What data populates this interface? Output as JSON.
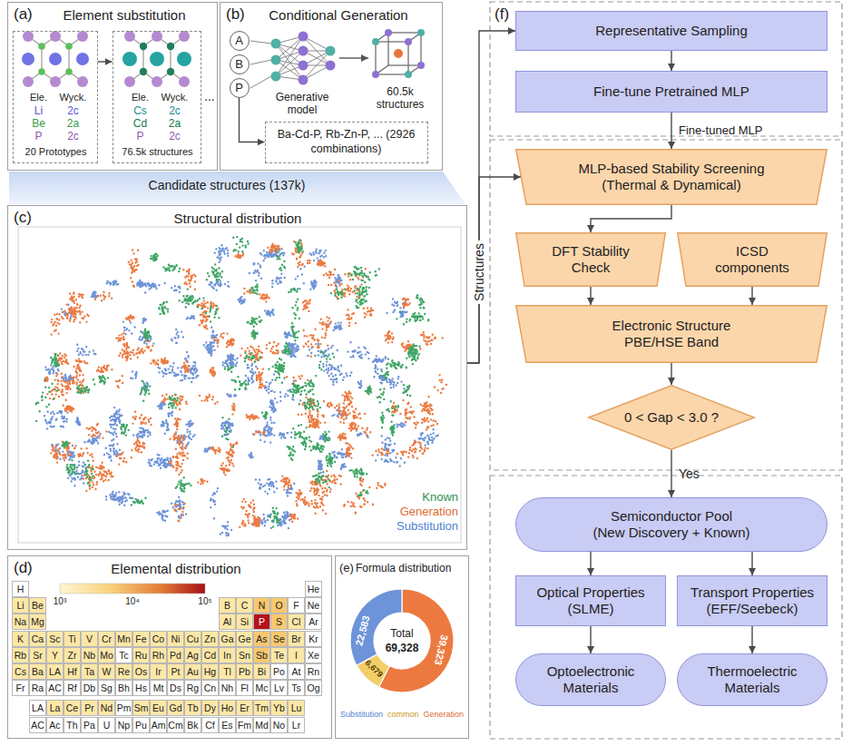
{
  "diagram": {
    "nodes": [
      {
        "text": [
          "(a)",
          "Element substitution"
        ]
      },
      {
        "text": [
          "Ele.",
          "Wyck.",
          "Li",
          "2c",
          "Be",
          "2a",
          "P",
          "2c",
          "20 Prototypes"
        ],
        "in": 0
      },
      {
        "text": [
          "Ele.",
          "Wyck.",
          "Cs",
          "2c",
          "Cd",
          "2a",
          "P",
          "2c",
          "76.5k structures"
        ],
        "in": 0
      },
      {
        "text": [
          "(b)",
          "Conditional Generation"
        ]
      },
      {
        "text": [
          "A"
        ],
        "in": 3
      },
      {
        "text": [
          "B"
        ],
        "in": 3
      },
      {
        "text": [
          "P"
        ],
        "in": 3
      },
      {
        "text": [
          "Ba-Cd-P, Rb-Zn-P, ... (2926 combinations)"
        ],
        "in": 3
      },
      {
        "text": [
          "(c)",
          "Structural distribution"
        ]
      },
      {
        "text": [
          "(d)",
          "Elemental distribution"
        ]
      },
      {
        "text": [
          "(e)",
          "Formula distribution"
        ]
      },
      {
        "text": [
          "Representative Sampling"
        ]
      },
      {
        "text": [
          "Fine-tune Pretrained MLP"
        ]
      },
      {
        "text": [
          "MLP-based Stability Screening",
          "(Thermal & Dynamical)"
        ]
      },
      {
        "text": [
          "DFT Stability Check"
        ]
      },
      {
        "text": [
          "ICSD components"
        ]
      },
      {
        "text": [
          "Electronic Structure",
          "PBE/HSE Band"
        ]
      },
      {
        "text": [
          "0 < Gap < 3.0 ?"
        ]
      },
      {
        "text": [
          "Semiconductor Pool",
          "(New Discovery + Known)"
        ]
      },
      {
        "text": [
          "Optical Properties",
          "(SLME)"
        ]
      },
      {
        "text": [
          "Transport Properties",
          "(EFF/Seebeck)"
        ]
      },
      {
        "text": [
          "Optoelectronic Materials"
        ]
      },
      {
        "text": [
          "Thermoelectric Materials"
        ]
      }
    ],
    "edges": [
      {
        "from": 1,
        "to": 2,
        "arrow": "to"
      },
      {
        "from": 6,
        "to": 7,
        "arrow": "to"
      },
      {
        "from": 8,
        "to": 11,
        "arrow": "to",
        "label": "Structures"
      },
      {
        "from": 8,
        "to": 13,
        "arrow": "to"
      },
      {
        "from": 11,
        "to": 12,
        "arrow": "to"
      },
      {
        "from": 12,
        "to": 13,
        "arrow": "to",
        "label": "Fine-tuned MLP"
      },
      {
        "from": 13,
        "to": 14,
        "arrow": "to"
      },
      {
        "from": 14,
        "to": 16,
        "arrow": "to"
      },
      {
        "from": 15,
        "to": 16,
        "arrow": "to"
      },
      {
        "from": 16,
        "to": 17,
        "arrow": "to"
      },
      {
        "from": 17,
        "to": 18,
        "arrow": "to",
        "label": "Yes"
      },
      {
        "from": 18,
        "to": 19,
        "arrow": "to"
      },
      {
        "from": 18,
        "to": 20,
        "arrow": "to"
      },
      {
        "from": 19,
        "to": 21,
        "arrow": "to"
      },
      {
        "from": 20,
        "to": 22,
        "arrow": "to"
      }
    ],
    "labels": [
      "Candidate structures (137k)",
      "...",
      "Generative model",
      "60.5k structures",
      "Known",
      "Generation",
      "Substitution",
      "(f)",
      "10³",
      "10⁴",
      "10⁵",
      "H",
      "He",
      "Li",
      "Be",
      "B",
      "C",
      "N",
      "O",
      "F",
      "Ne",
      "Na",
      "Mg",
      "Al",
      "Si",
      "P",
      "S",
      "Cl",
      "Ar",
      "K",
      "Ca",
      "Sc",
      "Ti",
      "V",
      "Cr",
      "Mn",
      "Fe",
      "Co",
      "Ni",
      "Cu",
      "Zn",
      "Ga",
      "Ge",
      "As",
      "Se",
      "Br",
      "Kr",
      "Rb",
      "Sr",
      "Y",
      "Zr",
      "Nb",
      "Mo",
      "Tc",
      "Ru",
      "Rh",
      "Pd",
      "Ag",
      "Cd",
      "In",
      "Sn",
      "Sb",
      "Te",
      "I",
      "Xe",
      "Cs",
      "Ba",
      "LA",
      "Hf",
      "Ta",
      "W",
      "Re",
      "Os",
      "Ir",
      "Pt",
      "Au",
      "Hg",
      "Tl",
      "Pb",
      "Bi",
      "Po",
      "At",
      "Rn",
      "Fr",
      "Ra",
      "AC",
      "Rf",
      "Db",
      "Sg",
      "Bh",
      "Hs",
      "Mt",
      "Ds",
      "Rg",
      "Cn",
      "Nh",
      "Fl",
      "Mc",
      "Lv",
      "Ts",
      "Og",
      "LA",
      "La",
      "Ce",
      "Pr",
      "Nd",
      "Pm",
      "Sm",
      "Eu",
      "Gd",
      "Tb",
      "Dy",
      "Ho",
      "Er",
      "Tm",
      "Yb",
      "Lu",
      "AC",
      "Ac",
      "Th",
      "Pa",
      "U",
      "Np",
      "Pu",
      "Am",
      "Cm",
      "Bk",
      "Cf",
      "Es",
      "Fm",
      "Md",
      "No",
      "Lr",
      "22,583",
      "6,679",
      "39,323",
      "Total",
      "69,328",
      "Substitution",
      "common",
      "Generation"
    ]
  }
}
